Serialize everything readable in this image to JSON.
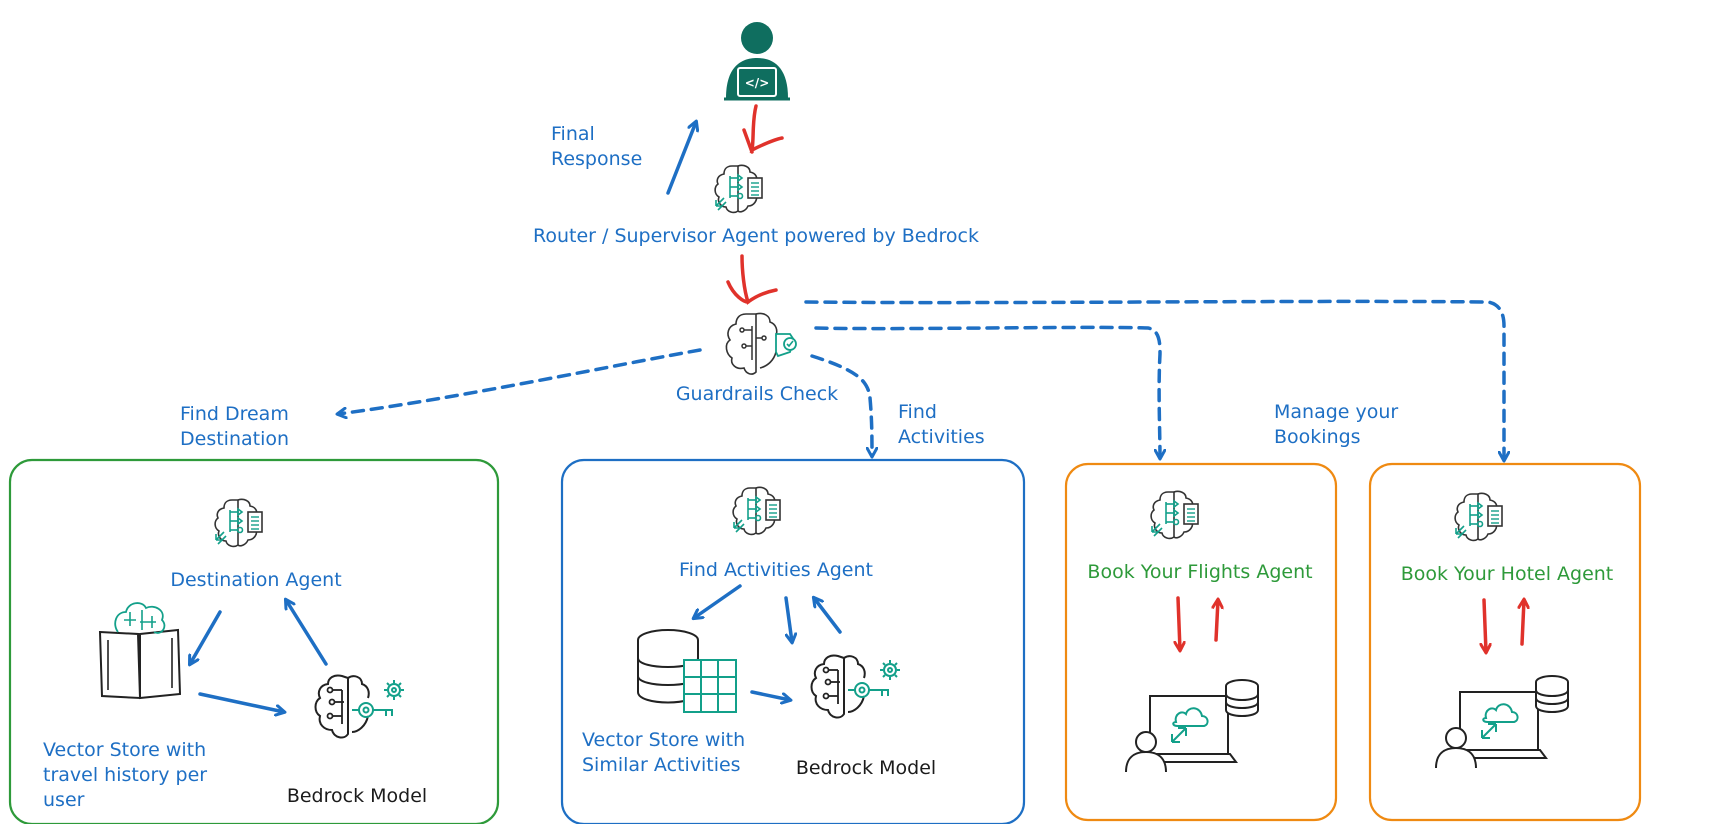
{
  "user": {
    "icon": "developer-user-icon"
  },
  "router": {
    "label": "Router / Supervisor Agent powered by Bedrock",
    "icon": "agent-icon"
  },
  "final_response": {
    "line1": "Final",
    "line2": "Response"
  },
  "guardrails": {
    "label": "Guardrails Check",
    "icon": "guardrails-brain-icon"
  },
  "edges": {
    "find_dream": {
      "line1": "Find Dream",
      "line2": "Destination"
    },
    "find_activities": {
      "line1": "Find",
      "line2": "Activities"
    },
    "manage_bookings": {
      "line1": "Manage your",
      "line2": "Bookings"
    }
  },
  "destination_group": {
    "agent": "Destination Agent",
    "vector_store": {
      "line1": "Vector Store with",
      "line2": "travel history per",
      "line3": "user"
    },
    "model": "Bedrock Model",
    "border_color": "#2e9a3a"
  },
  "activities_group": {
    "agent": "Find Activities Agent",
    "vector_store": {
      "line1": "Vector Store with",
      "line2": "Similar Activities"
    },
    "model": "Bedrock Model",
    "border_color": "#1e6fc4"
  },
  "flights_group": {
    "agent": "Book Your Flights Agent",
    "border_color": "#ef8a12"
  },
  "hotel_group": {
    "agent": "Book Your Hotel Agent",
    "border_color": "#ef8a12"
  },
  "colors": {
    "blue": "#1e6fc4",
    "green": "#2e9a3a",
    "orange": "#ef8a12",
    "red": "#e0322b",
    "teal": "#13a08a",
    "user_teal": "#0f6e5f"
  }
}
